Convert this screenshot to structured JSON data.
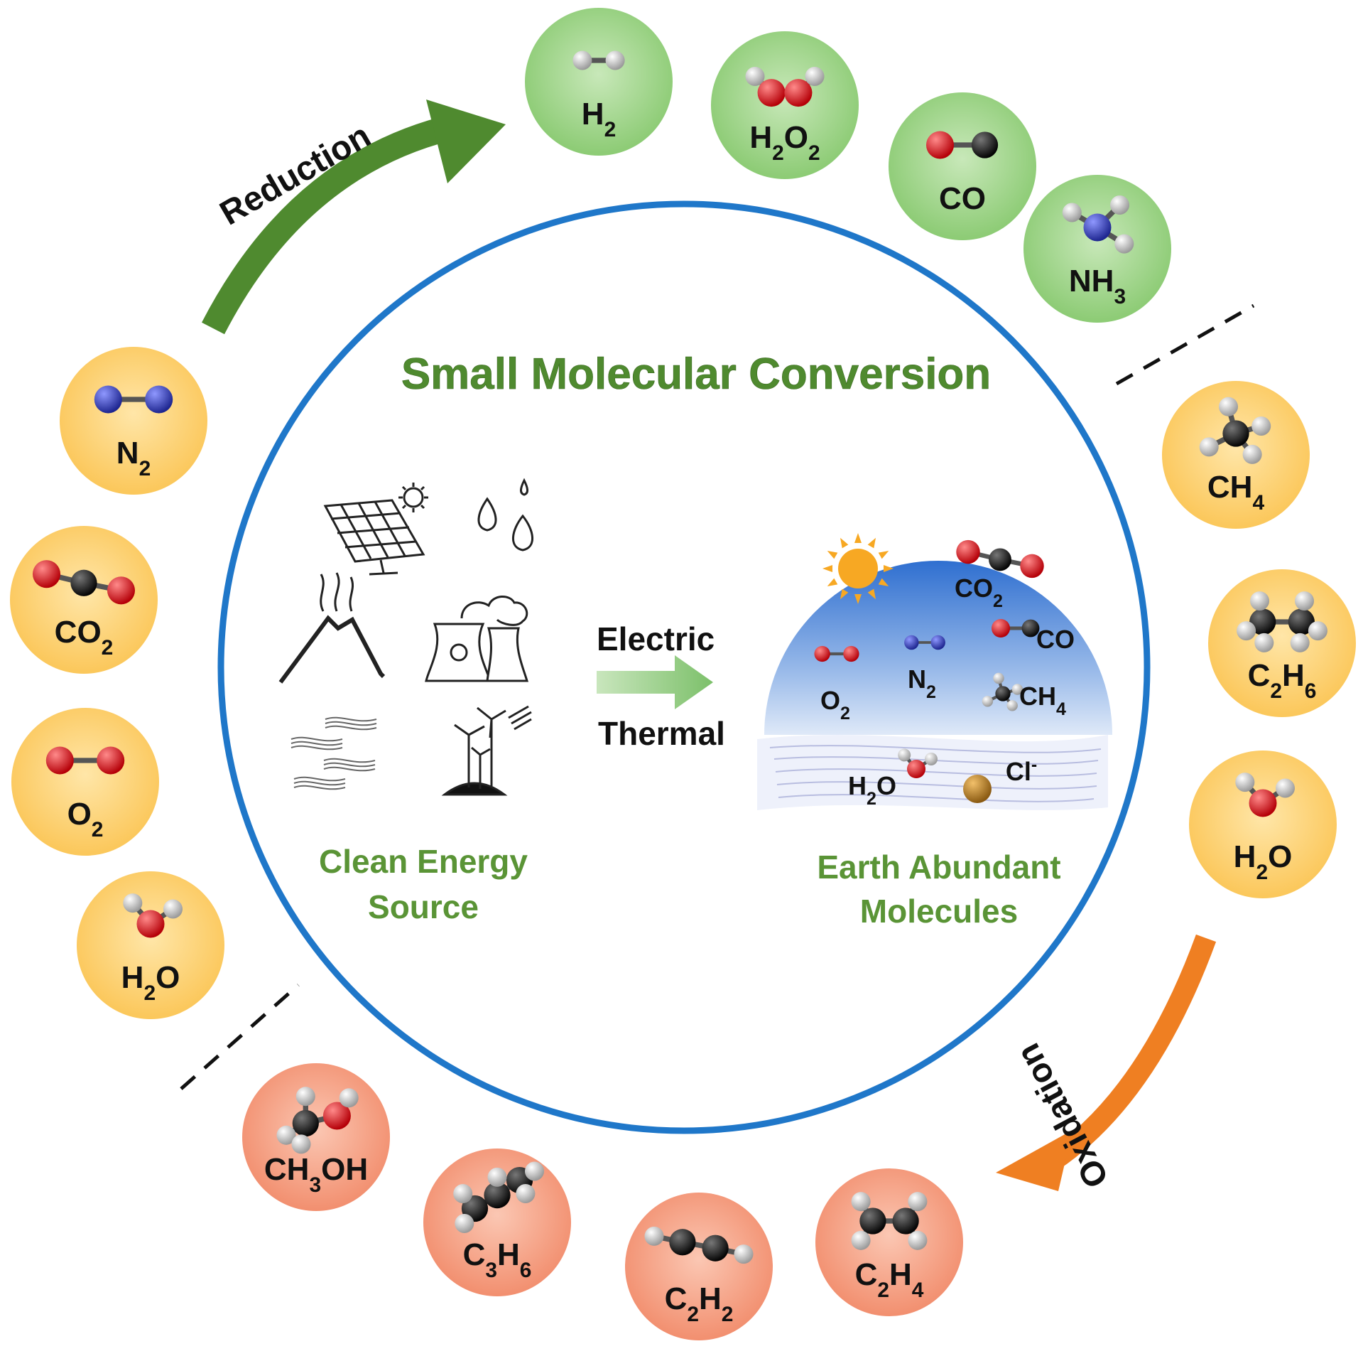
{
  "title": "Small Molecular Conversion",
  "arrows": {
    "reduction": {
      "label": "Reduction",
      "color": "#4f8a2f"
    },
    "oxidation": {
      "label": "Oxidation",
      "color": "#ef7f22"
    }
  },
  "center": {
    "left_label": [
      "Clean Energy",
      "Source"
    ],
    "right_label": [
      "Earth Abundant",
      "Molecules"
    ],
    "energy_modes": [
      "Electric",
      "Thermal"
    ],
    "energy_icons": [
      "solar-panel-icon",
      "water-drops-icon",
      "volcano-icon",
      "nuclear-plant-icon",
      "wind-gust-icon",
      "wind-turbine-icon"
    ],
    "dome_molecules": [
      {
        "id": "co2",
        "label": "CO",
        "sub": "2"
      },
      {
        "id": "co",
        "label": "CO",
        "sub": ""
      },
      {
        "id": "o2",
        "label": "O",
        "sub": "2"
      },
      {
        "id": "n2",
        "label": "N",
        "sub": "2"
      },
      {
        "id": "ch4",
        "label": "CH",
        "sub": "4"
      },
      {
        "id": "h2o",
        "label": "H",
        "sub": "2",
        "tail": "O"
      },
      {
        "id": "cl",
        "label": "Cl",
        "sup": "-"
      }
    ]
  },
  "groups": {
    "reduction_reactants": {
      "fill": "#fcd57a",
      "items": [
        {
          "id": "n2",
          "parts": [
            [
              "N",
              ""
            ],
            [
              "2",
              "sub"
            ]
          ]
        },
        {
          "id": "co2",
          "parts": [
            [
              "CO",
              ""
            ],
            [
              "2",
              "sub"
            ]
          ]
        },
        {
          "id": "o2",
          "parts": [
            [
              "O",
              ""
            ],
            [
              "2",
              "sub"
            ]
          ]
        },
        {
          "id": "h2o",
          "parts": [
            [
              "H",
              ""
            ],
            [
              "2",
              "sub"
            ],
            [
              "O",
              ""
            ]
          ]
        }
      ]
    },
    "reduction_products": {
      "fill": "#9fd38b",
      "items": [
        {
          "id": "h2",
          "parts": [
            [
              "H",
              ""
            ],
            [
              "2",
              "sub"
            ]
          ]
        },
        {
          "id": "h2o2",
          "parts": [
            [
              "H",
              ""
            ],
            [
              "2",
              "sub"
            ],
            [
              "O",
              ""
            ],
            [
              "2",
              "sub"
            ]
          ]
        },
        {
          "id": "co",
          "parts": [
            [
              "CO",
              ""
            ]
          ]
        },
        {
          "id": "nh3",
          "parts": [
            [
              "NH",
              ""
            ],
            [
              "3",
              "sub"
            ]
          ]
        }
      ]
    },
    "oxidation_reactants": {
      "fill": "#fcd57a",
      "items": [
        {
          "id": "ch4",
          "parts": [
            [
              "CH",
              ""
            ],
            [
              "4",
              "sub"
            ]
          ]
        },
        {
          "id": "c2h6",
          "parts": [
            [
              "C",
              ""
            ],
            [
              "2",
              "sub"
            ],
            [
              "H",
              ""
            ],
            [
              "6",
              "sub"
            ]
          ]
        },
        {
          "id": "h2o",
          "parts": [
            [
              "H",
              ""
            ],
            [
              "2",
              "sub"
            ],
            [
              "O",
              ""
            ]
          ]
        }
      ]
    },
    "oxidation_products": {
      "fill": "#f6a689",
      "items": [
        {
          "id": "c2h4",
          "parts": [
            [
              "C",
              ""
            ],
            [
              "2",
              "sub"
            ],
            [
              "H",
              ""
            ],
            [
              "4",
              "sub"
            ]
          ]
        },
        {
          "id": "c2h2",
          "parts": [
            [
              "C",
              ""
            ],
            [
              "2",
              "sub"
            ],
            [
              "H",
              ""
            ],
            [
              "2",
              "sub"
            ]
          ]
        },
        {
          "id": "c3h6",
          "parts": [
            [
              "C",
              ""
            ],
            [
              "3",
              "sub"
            ],
            [
              "H",
              ""
            ],
            [
              "6",
              "sub"
            ]
          ]
        },
        {
          "id": "ch3oh",
          "parts": [
            [
              "CH",
              ""
            ],
            [
              "3",
              "sub"
            ],
            [
              "OH",
              ""
            ]
          ]
        }
      ]
    }
  },
  "colors": {
    "ring": "#1f77c9",
    "title": "#4f8a2f",
    "center_labels": "#5a9436",
    "atom_H": "#e6e6e6",
    "atom_C": "#111111",
    "atom_O": "#d9141a",
    "atom_N": "#2e3aa8",
    "atom_Cl": "#c58a2a",
    "dome": "#3f7fd6"
  }
}
